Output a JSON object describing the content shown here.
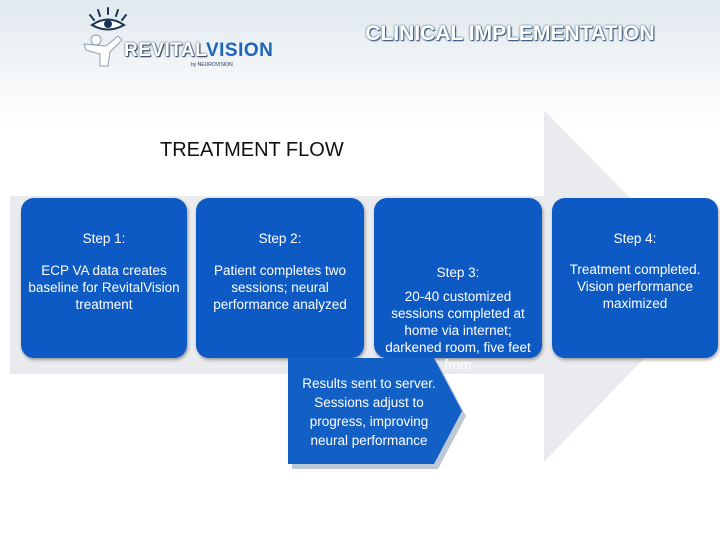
{
  "header": {
    "logo_word_a": "REVITAL",
    "logo_word_b": "VISION",
    "logo_sub": "by NEUROVISION",
    "title": "CLINICAL IMPLEMENTATION"
  },
  "diagram": {
    "subtitle": "TREATMENT FLOW",
    "steps": [
      {
        "label": "Step 1:",
        "text": "ECP VA data creates baseline for RevitalVision treatment"
      },
      {
        "label": "Step 2:",
        "text": "Patient completes two sessions; neural performance analyzed"
      },
      {
        "label": "Step 3:",
        "text": "20-40 customized sessions completed at home via internet; darkened room, five feet from"
      },
      {
        "label": "Step 4:",
        "text": "Treatment completed. Vision performance maximized"
      }
    ],
    "callout": "Results sent to server. Sessions adjust to progress, improving neural performance"
  },
  "colors": {
    "step_blue": "#0d5ac4",
    "arrow_gray": "#e9ebee",
    "header_band": "#dfe8ee"
  },
  "icons": {
    "logo": "person-with-eye-rays-logo"
  }
}
